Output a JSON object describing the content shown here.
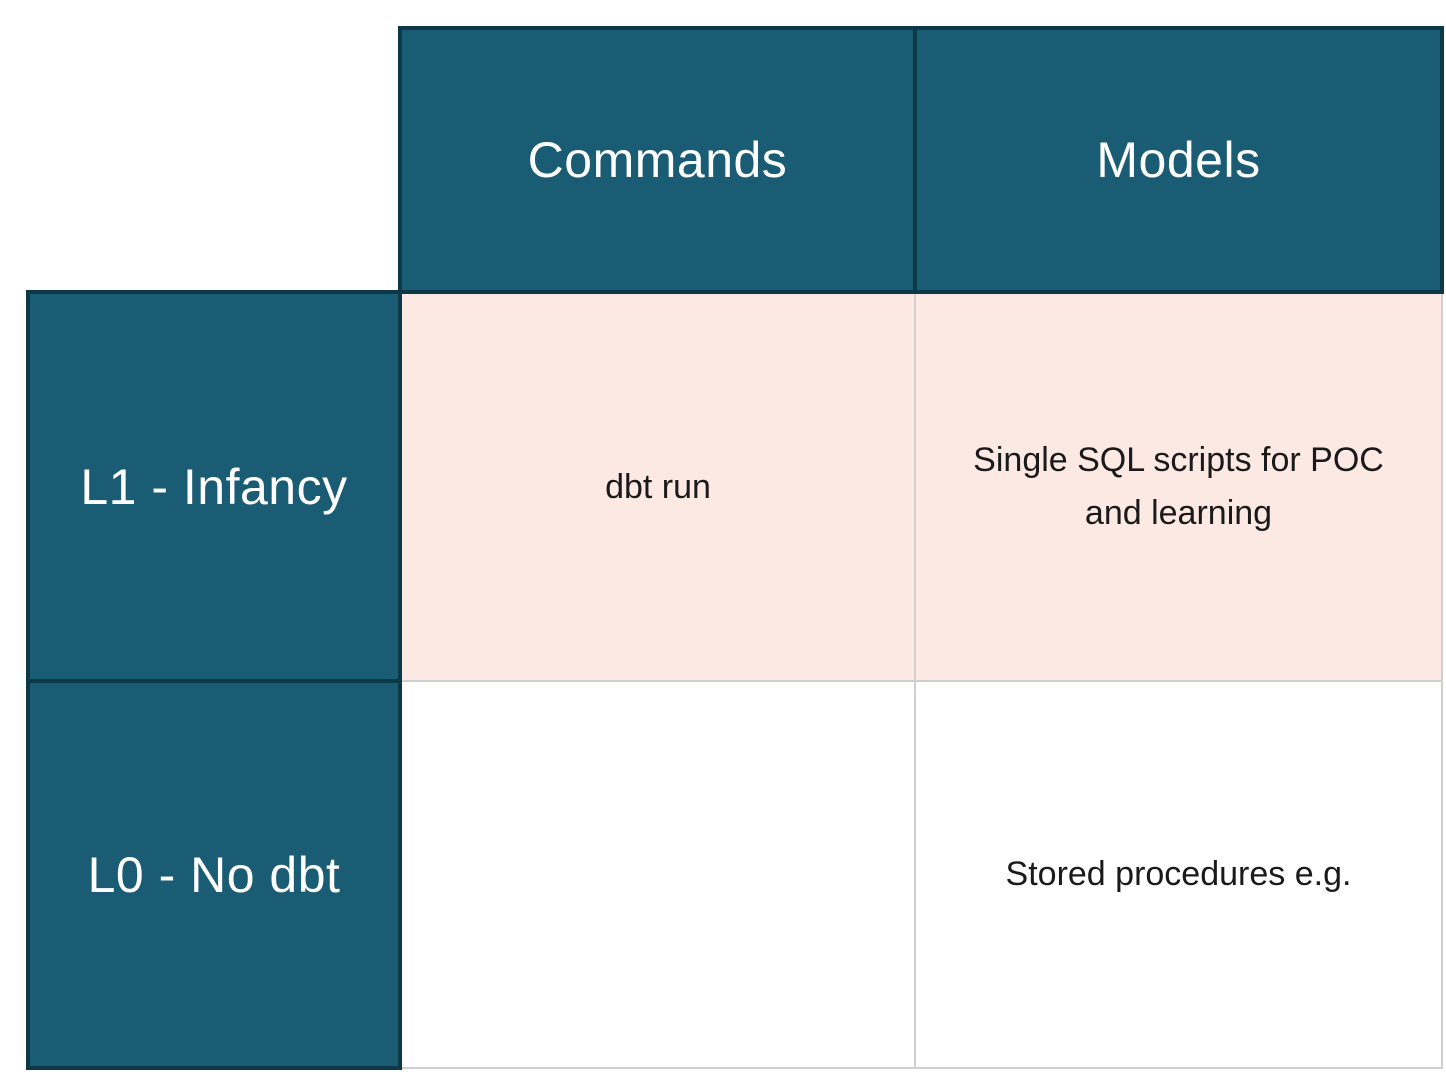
{
  "matrix": {
    "column_headers": [
      "Commands",
      "Models"
    ],
    "rows": [
      {
        "label": "L1 - Infancy",
        "cells": [
          "dbt run",
          "Single SQL scripts for POC and learning"
        ],
        "highlighted": true
      },
      {
        "label": "L0 - No dbt",
        "cells": [
          "",
          "Stored procedures e.g."
        ],
        "highlighted": false
      }
    ]
  },
  "chart_data": {
    "type": "table",
    "columns": [
      "",
      "Commands",
      "Models"
    ],
    "rows": [
      [
        "L1 - Infancy",
        "dbt run",
        "Single SQL scripts for POC and learning"
      ],
      [
        "L0 - No dbt",
        "",
        "Stored procedures e.g."
      ]
    ],
    "layout_hints": {
      "header_row": "top",
      "header_column": "left",
      "highlighted_row": "L1 - Infancy",
      "corner_cell_empty": true
    }
  },
  "colors": {
    "header_teal": "#1A5C74",
    "header_border": "#0D3847",
    "highlight_pink": "#FCE9E4",
    "grid_line": "#CFCFCF",
    "header_text": "#FFFFFF",
    "cell_text": "#1A1A1A"
  }
}
